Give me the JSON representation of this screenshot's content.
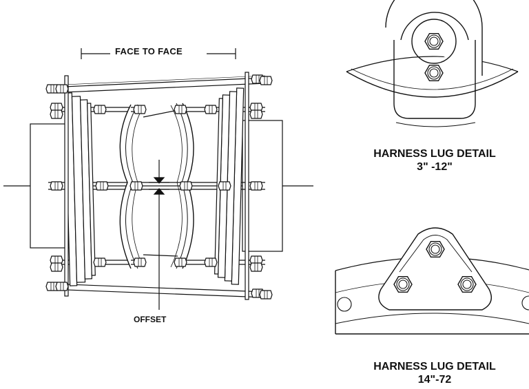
{
  "labels": {
    "face_to_face": "FACE TO FACE",
    "offset": "OFFSET"
  },
  "details": [
    {
      "title": "HARNESS LUG DETAIL",
      "size": "3\" -12\""
    },
    {
      "title": "HARNESS LUG DETAIL",
      "size": "14\"-72"
    }
  ],
  "colors": {
    "line": "#111111",
    "fill": "#ffffff"
  }
}
